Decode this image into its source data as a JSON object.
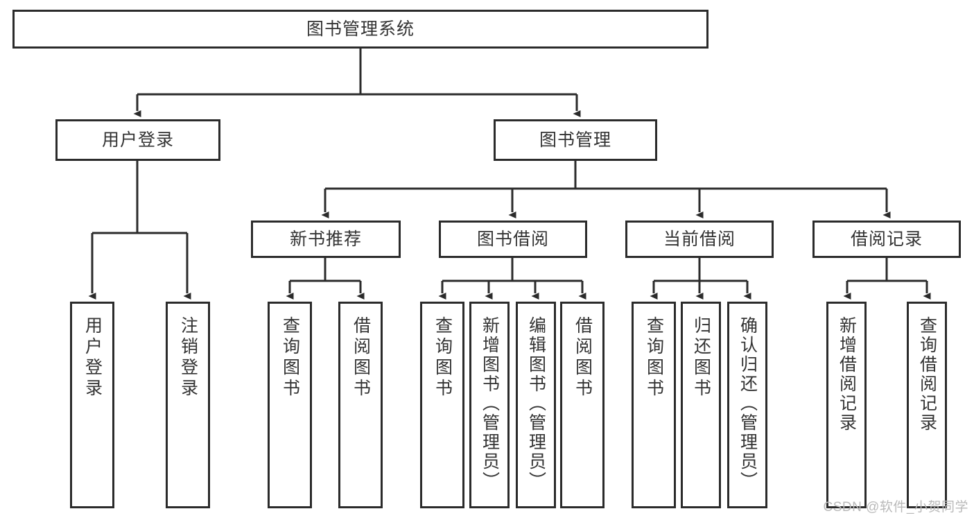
{
  "diagram": {
    "title": "图书管理系统",
    "type": "tree",
    "root": {
      "label": "图书管理系统"
    },
    "level2": [
      {
        "label": "用户登录"
      },
      {
        "label": "图书管理"
      }
    ],
    "level3": [
      {
        "label": "新书推荐"
      },
      {
        "label": "图书借阅"
      },
      {
        "label": "当前借阅"
      },
      {
        "label": "借阅记录"
      }
    ],
    "leaves": {
      "user_login": [
        {
          "label": "用户登录"
        },
        {
          "label": "注销登录"
        }
      ],
      "new_book_recommend": [
        {
          "label": "查询图书"
        },
        {
          "label": "借阅图书"
        }
      ],
      "book_borrow": [
        {
          "label": "查询图书"
        },
        {
          "label": "新增图书（管理员）"
        },
        {
          "label": "编辑图书（管理员）"
        },
        {
          "label": "借阅图书"
        }
      ],
      "current_borrow": [
        {
          "label": "查询图书"
        },
        {
          "label": "归还图书"
        },
        {
          "label": "确认归还（管理员）"
        }
      ],
      "borrow_record": [
        {
          "label": "新增借阅记录"
        },
        {
          "label": "查询借阅记录"
        }
      ]
    }
  },
  "watermark": {
    "text": "CSDN @软件_小贺同学"
  },
  "colors": {
    "stroke": "#2b2b2b",
    "text": "#333333",
    "background": "#ffffff",
    "watermark": "#b9b9b9"
  }
}
